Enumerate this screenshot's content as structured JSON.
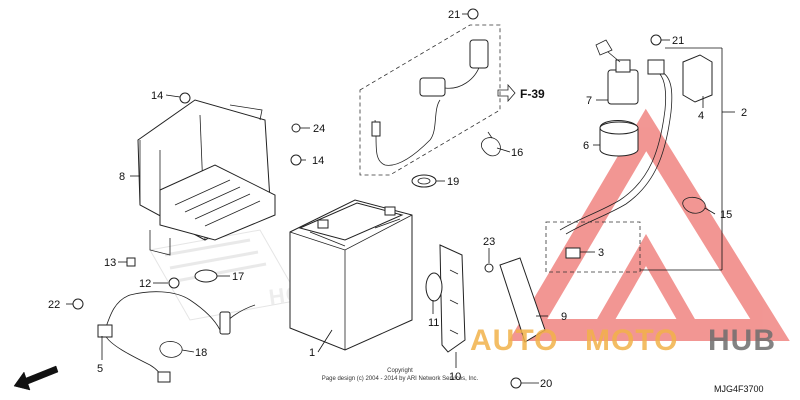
{
  "diagram": {
    "ref_arrow": "F-39",
    "front_label": "FR.",
    "drawing_code": "MJG4F3700",
    "copyright_line1": "Copyright",
    "copyright_line2": "Page design (c) 2004 - 2014 by ARI Network Services, Inc.",
    "brand_mark": "HONDA"
  },
  "callouts": [
    {
      "id": "c1",
      "label": "1"
    },
    {
      "id": "c2",
      "label": "2"
    },
    {
      "id": "c3",
      "label": "3"
    },
    {
      "id": "c4",
      "label": "4"
    },
    {
      "id": "c5",
      "label": "5"
    },
    {
      "id": "c6",
      "label": "6"
    },
    {
      "id": "c7",
      "label": "7"
    },
    {
      "id": "c8",
      "label": "8"
    },
    {
      "id": "c9",
      "label": "9"
    },
    {
      "id": "c10",
      "label": "10"
    },
    {
      "id": "c11",
      "label": "11"
    },
    {
      "id": "c12",
      "label": "12"
    },
    {
      "id": "c13",
      "label": "13"
    },
    {
      "id": "c14a",
      "label": "14"
    },
    {
      "id": "c14b",
      "label": "14"
    },
    {
      "id": "c15",
      "label": "15"
    },
    {
      "id": "c16",
      "label": "16"
    },
    {
      "id": "c17",
      "label": "17"
    },
    {
      "id": "c18",
      "label": "18"
    },
    {
      "id": "c19",
      "label": "19"
    },
    {
      "id": "c20",
      "label": "20"
    },
    {
      "id": "c21a",
      "label": "21"
    },
    {
      "id": "c21b",
      "label": "21"
    },
    {
      "id": "c22",
      "label": "22"
    },
    {
      "id": "c23",
      "label": "23"
    },
    {
      "id": "c24",
      "label": "24"
    }
  ],
  "watermark": {
    "part1": "AUTO",
    "part2": "MOTO",
    "part3": "HUB",
    "color_orange": "#f2b24a",
    "color_gray": "#6e6e6e",
    "triangle_color": "#e8413c"
  }
}
